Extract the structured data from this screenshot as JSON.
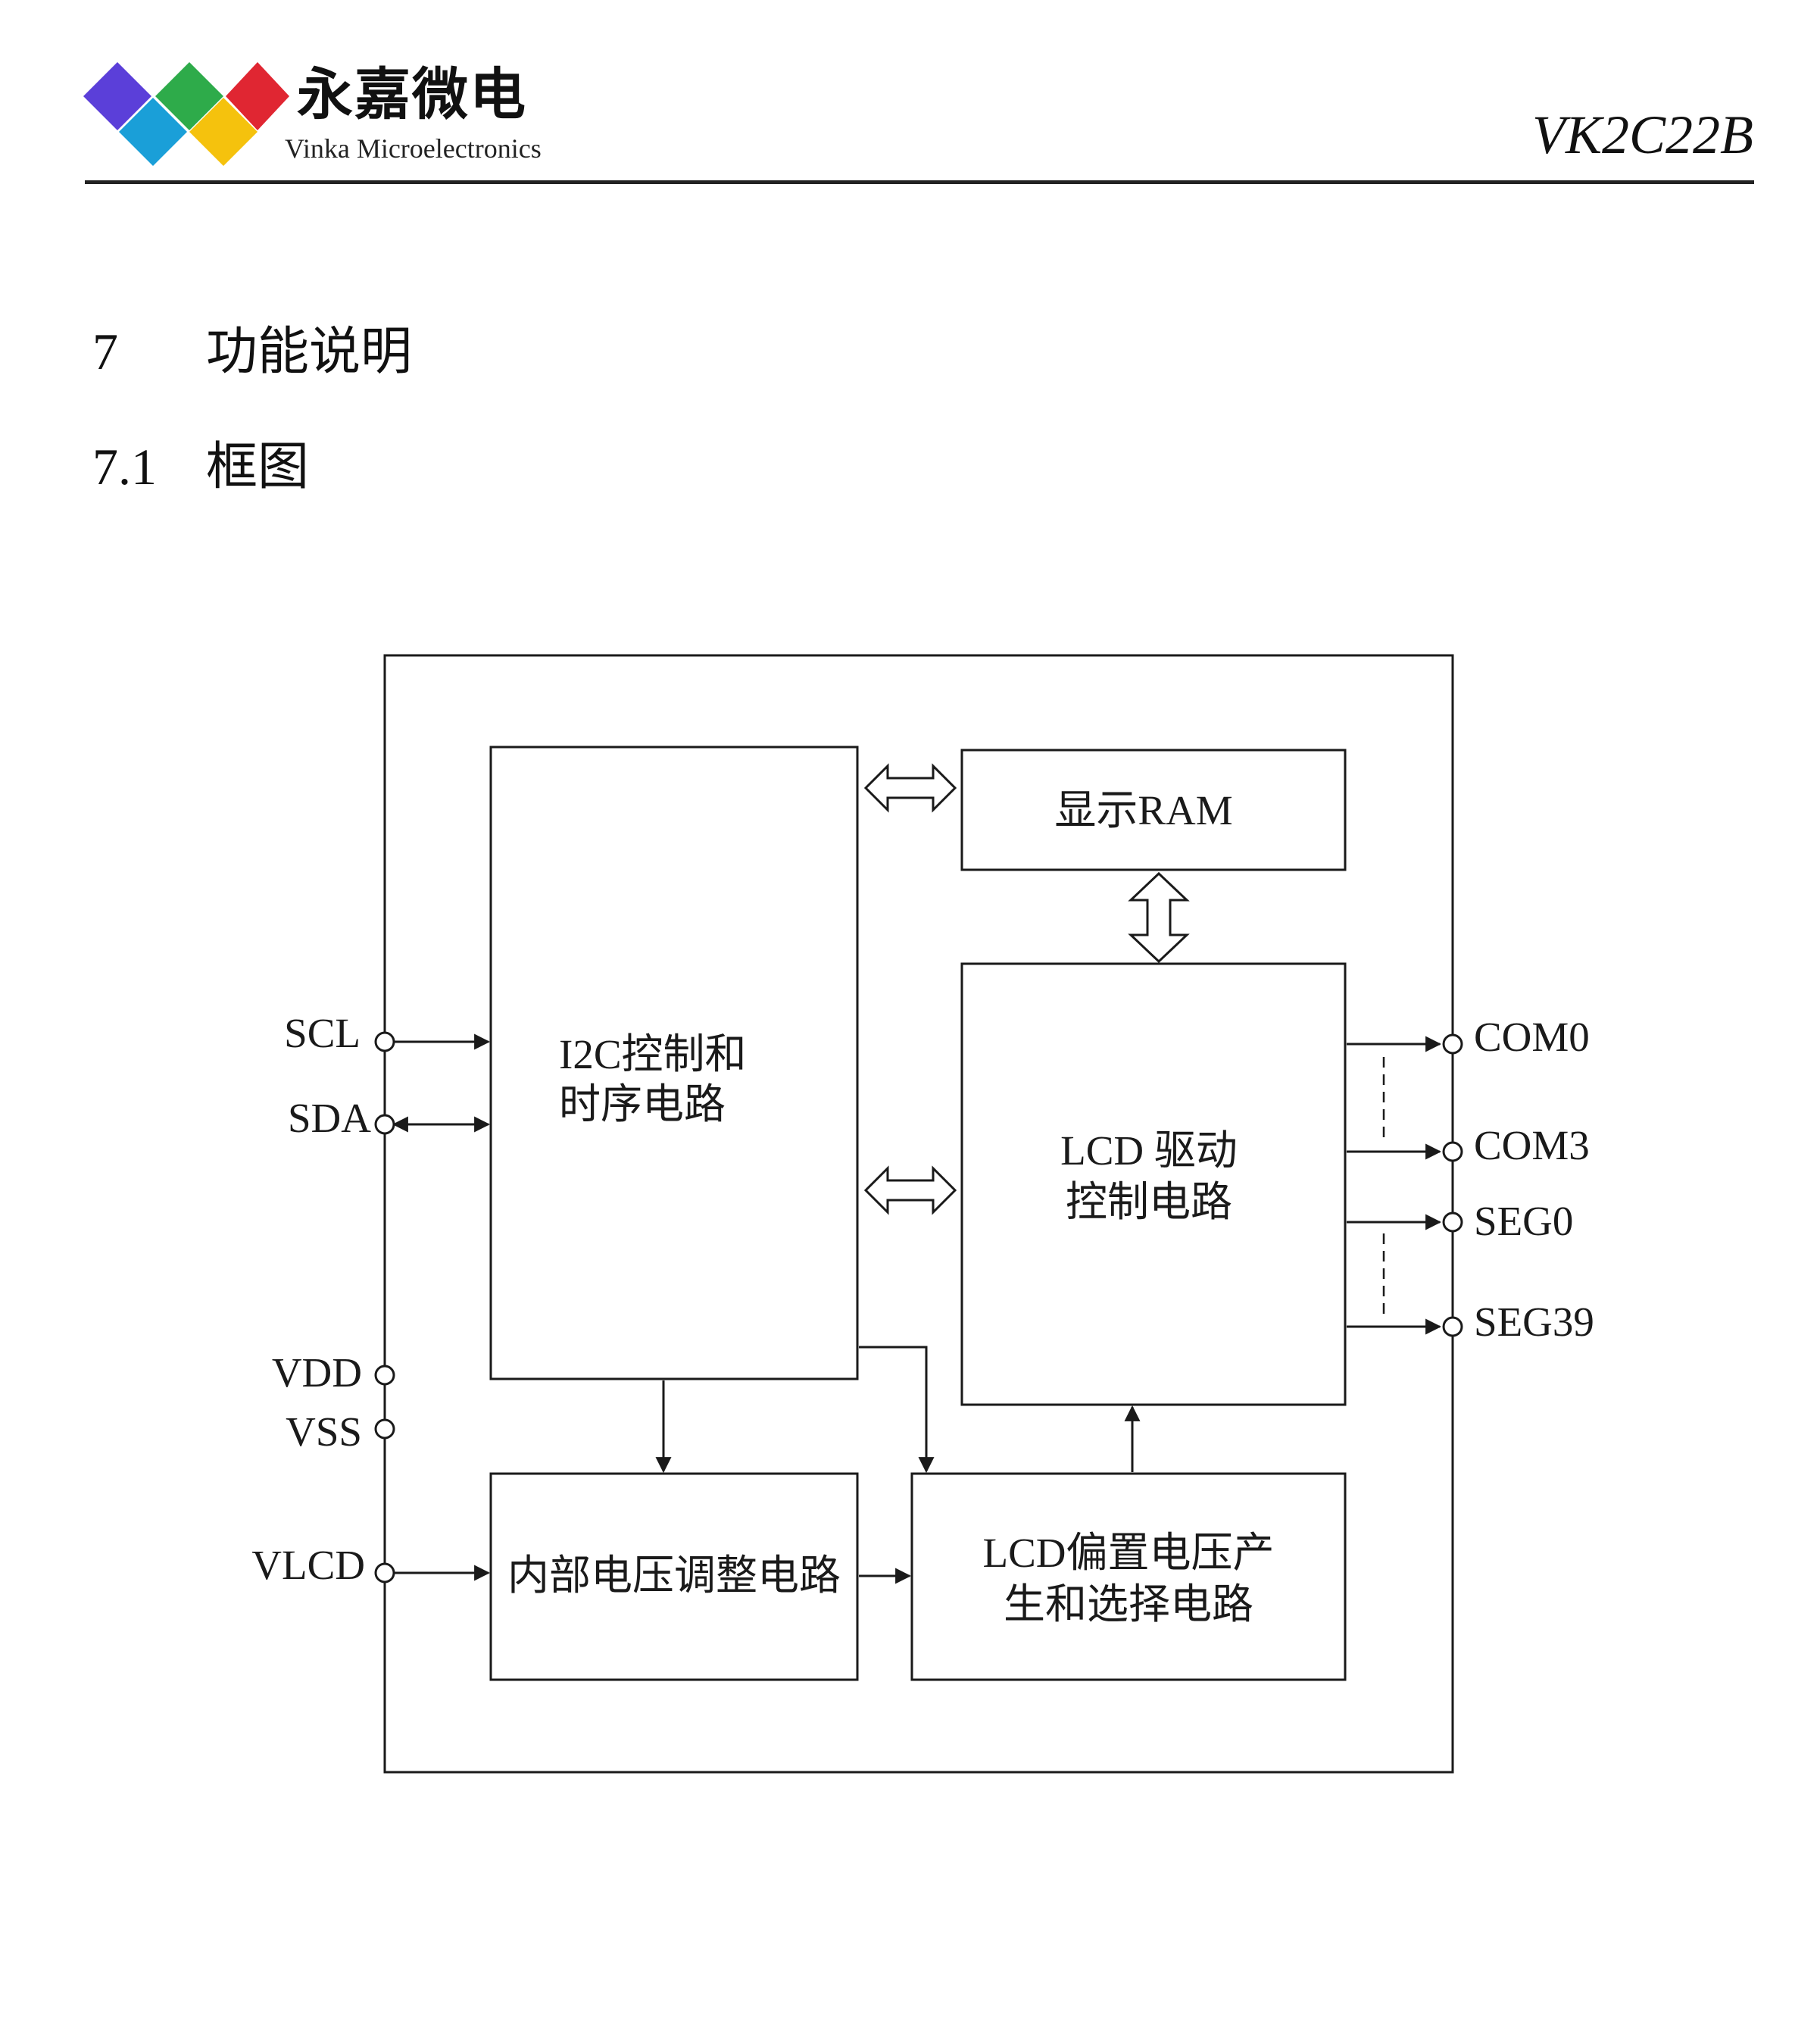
{
  "header": {
    "company_cn": "永嘉微电",
    "company_en": "Vinka Microelectronics",
    "doc_code": "VK2C22B"
  },
  "sections": {
    "h1_number": "7",
    "h1_title": "功能说明",
    "h2_number": "7.1",
    "h2_title": "框图"
  },
  "diagram": {
    "blocks": {
      "i2c_line1": "I2C控制和",
      "i2c_line2": "时序电路",
      "ram": "显示RAM",
      "lcd_driver_line1": "LCD 驱动",
      "lcd_driver_line2": "控制电路",
      "regulator": "内部电压调整电路",
      "bias_line1": "LCD偏置电压产",
      "bias_line2": "生和选择电路"
    },
    "pins": {
      "scl": "SCL",
      "sda": "SDA",
      "vdd": "VDD",
      "vss": "VSS",
      "vlcd": "VLCD",
      "com0": "COM0",
      "com3": "COM3",
      "seg0": "SEG0",
      "seg39": "SEG39"
    }
  },
  "colors": {
    "logo_purple": "#5b3fd9",
    "logo_green": "#2eab4a",
    "logo_red": "#e02632",
    "logo_cyan": "#1a9fd8",
    "logo_yellow": "#f5c20d",
    "line": "#1a1a1a"
  }
}
